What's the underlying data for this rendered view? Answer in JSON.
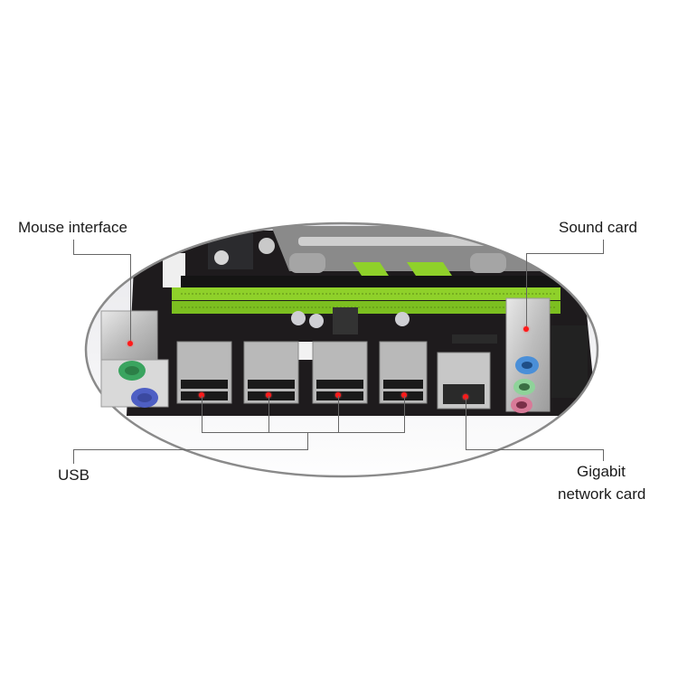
{
  "labels": {
    "mouse": "Mouse interface",
    "sound": "Sound card",
    "usb": "USB",
    "network_line1": "Gigabit",
    "network_line2": "network card"
  },
  "colors": {
    "pcb": "#1e1b1d",
    "dimm_green": "#8fd12a",
    "metal": "#bfbfbf",
    "ps2_mouse": "#3aa45f",
    "ps2_keyboard": "#4e5fc4",
    "audio_blue": "#4a8fd8",
    "audio_green": "#8fd39a",
    "audio_pink": "#d87a98",
    "marker_red": "#ff1a1a",
    "leader_line": "#666666",
    "oval_border": "#8a8a8a"
  },
  "usb_stack_count": 4
}
